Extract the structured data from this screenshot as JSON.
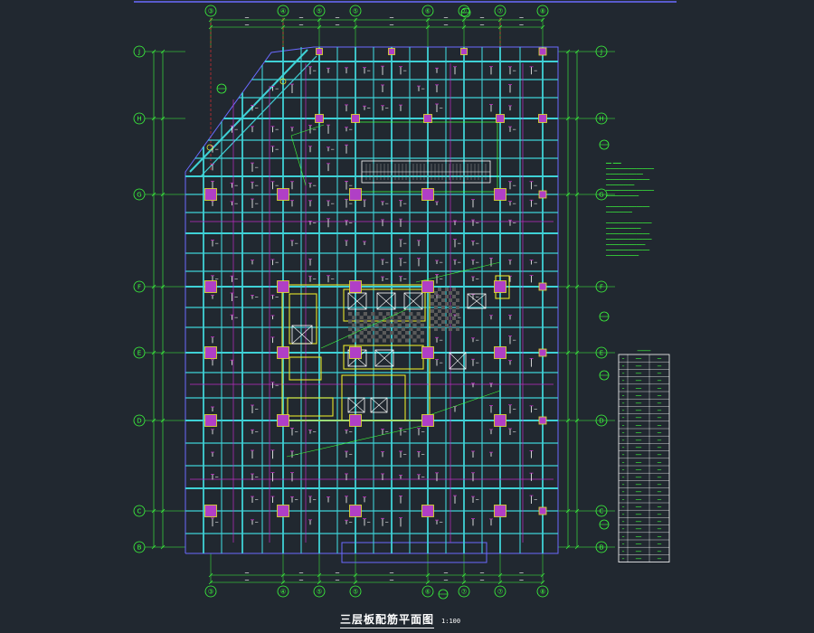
{
  "drawing": {
    "title": "三层板配筋平面图",
    "scale": "1:100"
  },
  "grid": {
    "columns": [
      "③",
      "④",
      "⑤",
      "⑤",
      "⑥",
      "⑦",
      "⑦",
      "⑧"
    ],
    "rows": [
      "J",
      "H",
      "G",
      "F",
      "E",
      "D",
      "C",
      "B"
    ]
  },
  "colors": {
    "background": "#212830",
    "beam": "#3fd1d6",
    "column": "#b03fc6",
    "grid_line": "#3dff3d",
    "axis_red": "#ff3030",
    "core_wall": "#e6e62a",
    "rebar_white": "#ffffff",
    "slab_magenta": "#c02cc4",
    "frame_blue": "#6a6aff"
  },
  "icons": [
    "grid-bubble-icon",
    "section-marker-icon",
    "elevator-cross-icon",
    "stair-hatch-icon"
  ]
}
